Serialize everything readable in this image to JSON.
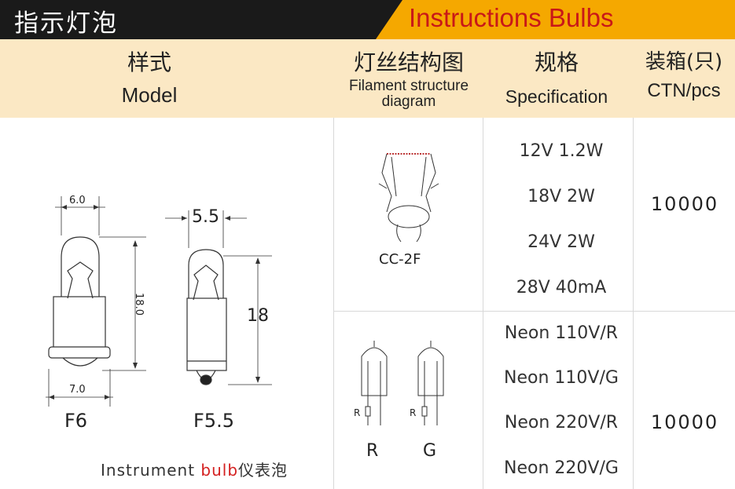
{
  "header": {
    "title_cn": "指示灯泡",
    "title_en": "Instructions Bulbs"
  },
  "columns": {
    "model_cn": "样式",
    "model_en": "Model",
    "filament_cn": "灯丝结构图",
    "filament_en_line1": "Filament structure",
    "filament_en_line2": "diagram",
    "spec_cn": "规格",
    "spec_en": "Specification",
    "ctn_cn": "装箱(只)",
    "ctn_en": "CTN/pcs"
  },
  "model": {
    "f6": {
      "label": "F6",
      "dim_top": "6.0",
      "dim_bottom": "7.0",
      "dim_height": "18.0"
    },
    "f55": {
      "label": "F5.5",
      "dim_top": "5.5",
      "dim_height": "18"
    },
    "caption_pre": "Instrument ",
    "caption_red": "bulb",
    "caption_cn": "仪表泡"
  },
  "filament": {
    "type1_label": "CC-2F",
    "neon_r_label": "R",
    "neon_g_label": "G",
    "resistor_label": "R"
  },
  "groups": [
    {
      "specs": [
        "12V 1.2W",
        "18V 2W",
        "24V 2W",
        "28V 40mA"
      ],
      "ctn": "10000"
    },
    {
      "specs": [
        "Neon 110V/R",
        "Neon 110V/G",
        "Neon 220V/R",
        "Neon 220V/G"
      ],
      "ctn": "10000"
    }
  ],
  "colors": {
    "header_bg": "#1a1a1a",
    "header_accent": "#f5a800",
    "header_en_text": "#c91818",
    "column_header_bg": "#fbe8c4",
    "caption_red": "#d42020"
  }
}
